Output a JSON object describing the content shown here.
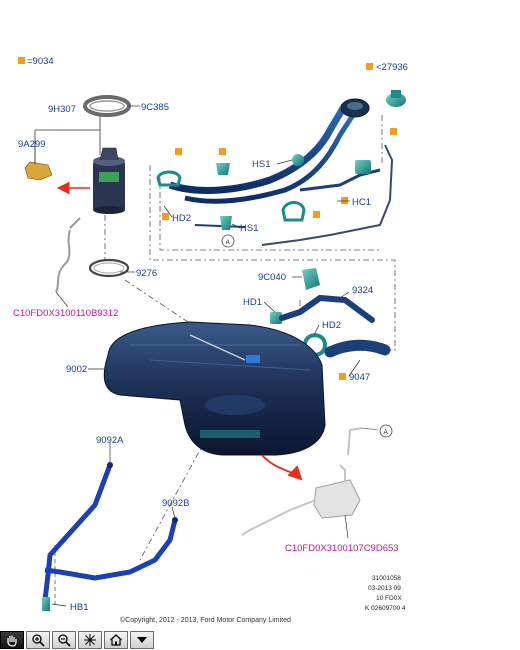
{
  "legend": {
    "marker_color": "#f39c1f",
    "text": "=9034"
  },
  "labels": {
    "c27936": "<27936",
    "h9307": "9H307",
    "c9c385": "9C385",
    "a9a299": "9A299",
    "hs1_top": "HS1",
    "hd2_left": "HD2",
    "hc1": "HC1",
    "hs1_mid": "HS1",
    "circle_a_top": "A",
    "p9276": "9276",
    "c9c040": "9C040",
    "p9324": "9324",
    "hd1": "HD1",
    "hd2_right": "HD2",
    "ref_left": "C10FD0X3100110B9312",
    "p9002": "9002",
    "p9047": "9047",
    "p9092a": "9092A",
    "p9092b": "9092B",
    "circle_a_bottom": "A",
    "ref_right": "C10FD0X3100107C9D653",
    "hb1": "HB1"
  },
  "info_block": [
    "31001058",
    "03-2013 09",
    "10 FD0X",
    "K 02609700 4"
  ],
  "copyright": "©Copyright, 2012 - 2013, Ford Motor Company Limited",
  "toolbar": {
    "buttons": [
      {
        "name": "pan-tool",
        "icon": "hand-icon",
        "active": true
      },
      {
        "name": "zoom-in",
        "icon": "zoom-in-icon"
      },
      {
        "name": "zoom-out",
        "icon": "zoom-out-icon"
      },
      {
        "name": "fit-view",
        "icon": "fit-icon"
      },
      {
        "name": "home",
        "icon": "home-icon"
      },
      {
        "name": "menu",
        "icon": "dropdown-icon"
      }
    ]
  },
  "colors": {
    "label_blue": "#1a3f8f",
    "label_pink": "#c0189a",
    "marker_orange": "#f39c1f",
    "part_teal": "#1f8a8a",
    "part_navy": "#0f2a7a",
    "arrow_red": "#e0301a"
  }
}
